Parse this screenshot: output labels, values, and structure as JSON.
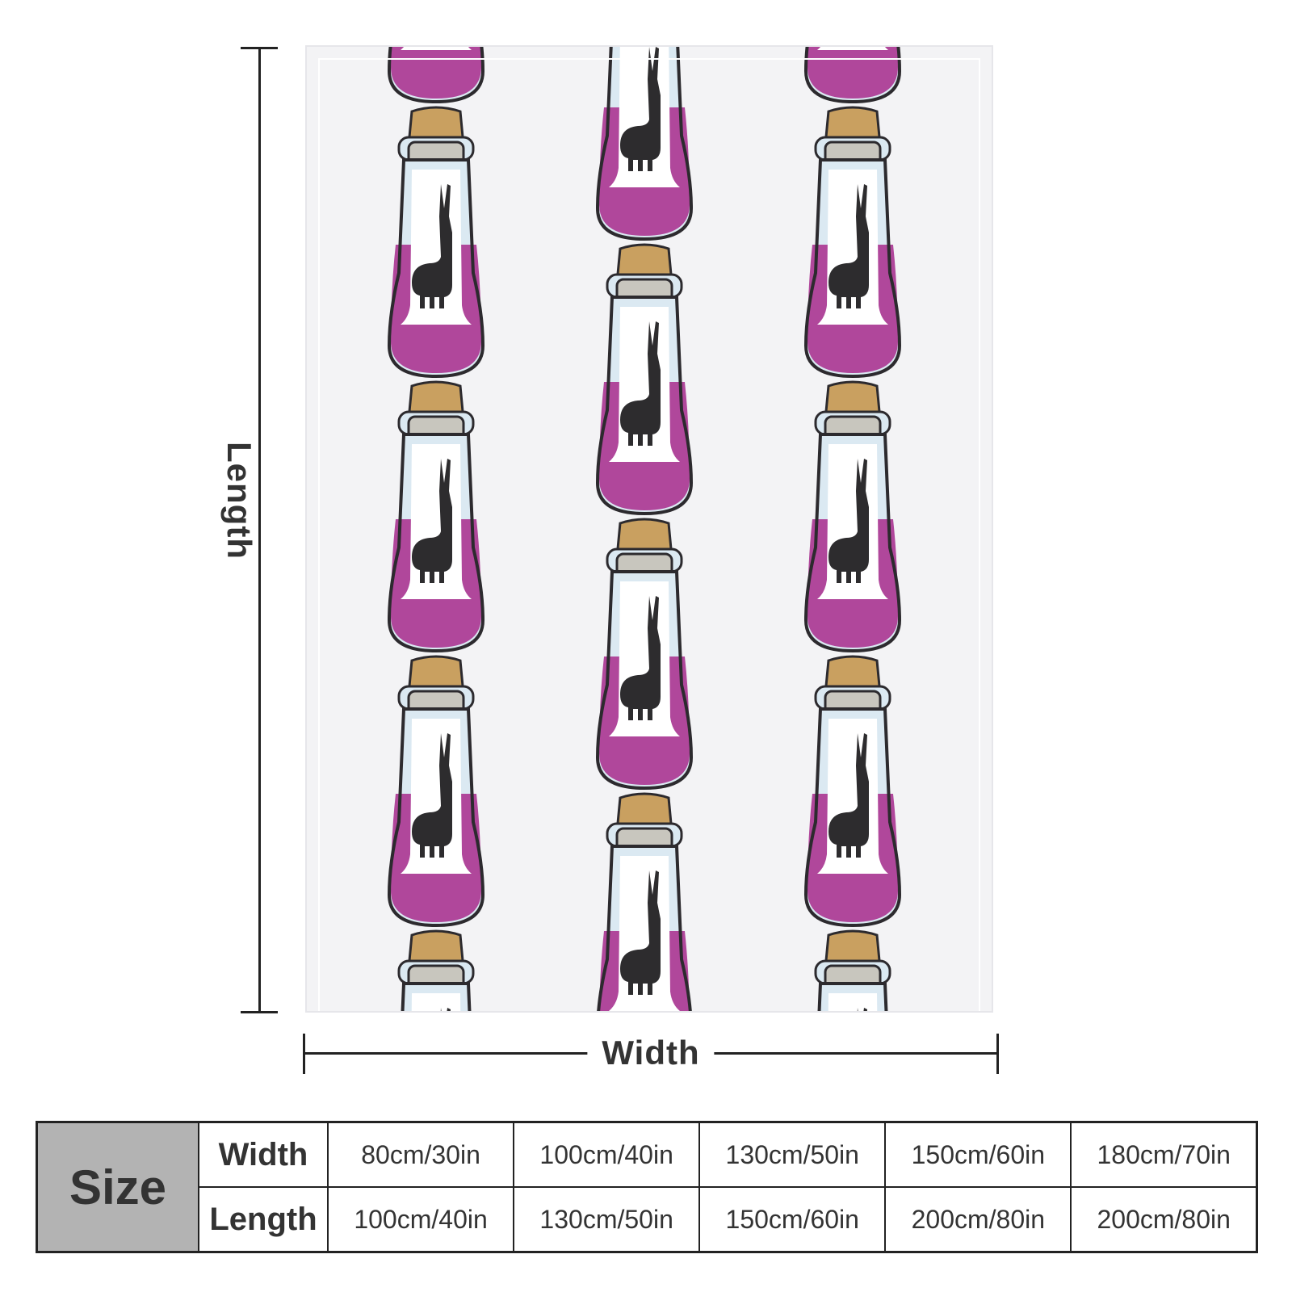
{
  "product": {
    "colors": {
      "liquid": "#b0479b",
      "liquid_outline": "#2c2a2e",
      "glass": "#dbe9f2",
      "glass_inner": "#ffffff",
      "cork": "#c9a060",
      "cork_ring": "#c8c6be",
      "silhouette": "#2d2c2e",
      "blanket_bg": "#f3f3f5"
    },
    "pattern_icon": "llama-potion-bottle-icon"
  },
  "dimensions": {
    "length_label": "Length",
    "width_label": "Width"
  },
  "size_table": {
    "size_label": "Size",
    "width_label": "Width",
    "length_label": "Length",
    "widths": [
      "80cm/30in",
      "100cm/40in",
      "130cm/50in",
      "150cm/60in",
      "180cm/70in"
    ],
    "lengths": [
      "100cm/40in",
      "130cm/50in",
      "150cm/60in",
      "200cm/80in",
      "200cm/80in"
    ]
  }
}
